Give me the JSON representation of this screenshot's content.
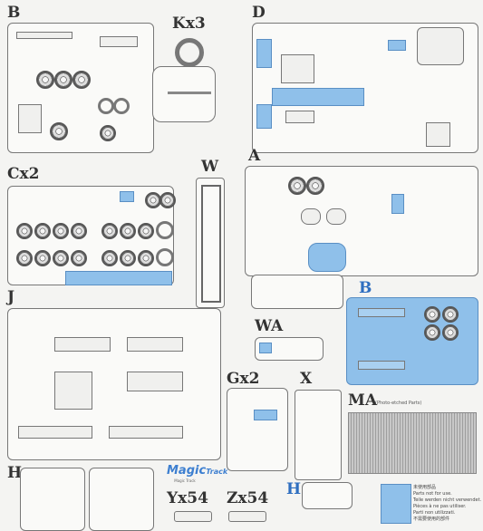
{
  "sprues": {
    "B": {
      "label": "B"
    },
    "Kx3": {
      "label": "Kx3"
    },
    "D": {
      "label": "D"
    },
    "Cx2": {
      "label": "Cx2"
    },
    "W": {
      "label": "W"
    },
    "A": {
      "label": "A"
    },
    "B_blue": {
      "label": "B"
    },
    "J": {
      "label": "J"
    },
    "WA": {
      "label": "WA"
    },
    "Gx2": {
      "label": "Gx2"
    },
    "X": {
      "label": "X"
    },
    "MA": {
      "label": "MA",
      "note": "(Photo-etched Parts)"
    },
    "H": {
      "label": "H"
    },
    "Yx54": {
      "label": "Yx54"
    },
    "Zx54": {
      "label": "Zx54"
    },
    "H_blue": {
      "label": "H"
    }
  },
  "brand": {
    "name": "Magic",
    "suffix": "Track",
    "sub": "Magic Track"
  },
  "legend": {
    "color": "#8fc0ea",
    "lines": [
      "未使用部品",
      "Parts not for use.",
      "Teile werden nicht verwendet.",
      "Pièces à ne pas utiliser.",
      "Parti non utilizzati.",
      "不需要使用的部件"
    ]
  },
  "colors": {
    "unused_parts": "#8fc0ea",
    "outline": "#777777",
    "label": "#333333",
    "label_blue": "#2e6ec0"
  }
}
